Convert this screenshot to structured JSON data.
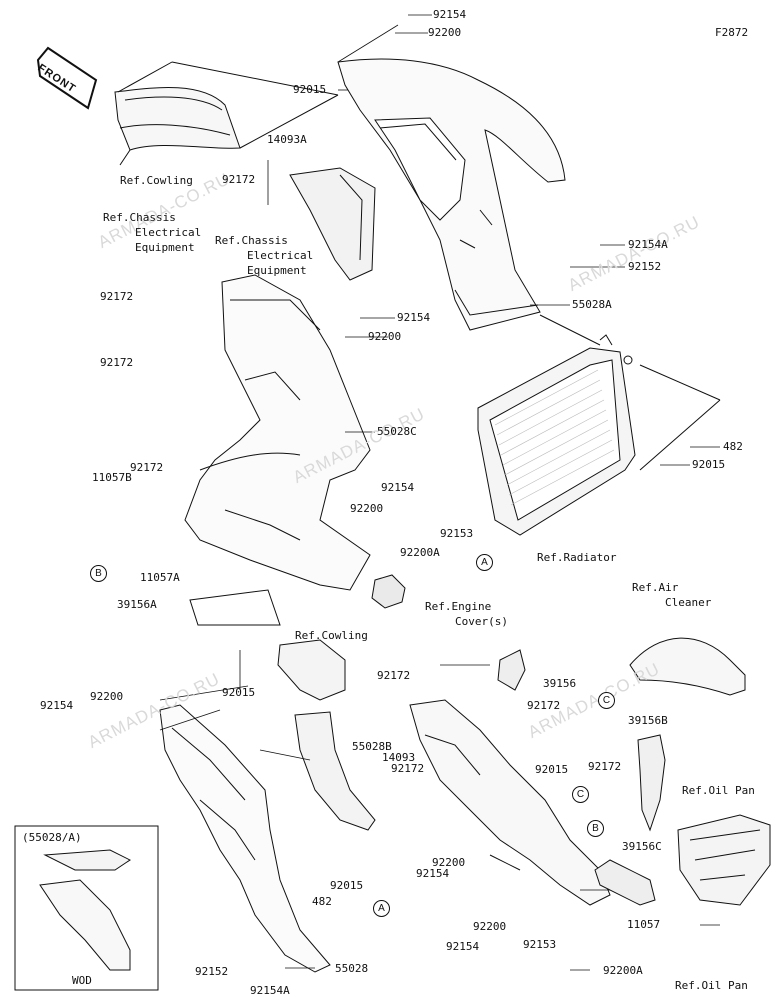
{
  "figure_id": "F2872",
  "front_label": "FRONT",
  "inset": {
    "title": "(55028/A)",
    "variant": "WOD"
  },
  "watermark": "ARMADA-CO.RU",
  "refs": {
    "cowling_top": "Ref.Cowling",
    "chassis_elec_a": [
      "Ref.Chassis",
      "Electrical",
      "Equipment"
    ],
    "chassis_elec_b": [
      "Ref.Chassis",
      "Electrical",
      "Equipment"
    ],
    "radiator": "Ref.Radiator",
    "engine_cover": [
      "Ref.Engine",
      "Cover(s)"
    ],
    "cowling_mid": "Ref.Cowling",
    "air_cleaner": [
      "Ref.Air",
      "Cleaner"
    ],
    "oil_pan_a": "Ref.Oil Pan",
    "oil_pan_b": "Ref.Oil Pan"
  },
  "callouts": {
    "A": "A",
    "B": "B",
    "C": "C"
  },
  "parts": {
    "p92154_top": "92154",
    "p92200_top": "92200",
    "p92015_top": "92015",
    "p14093A": "14093A",
    "p92172_a": "92172",
    "p92154A_r": "92154A",
    "p92152_r": "92152",
    "p92172_b": "92172",
    "p55028A": "55028A",
    "p92154_m": "92154",
    "p92200_m": "92200",
    "p92172_c": "92172",
    "p482_r": "482",
    "p55028C": "55028C",
    "p92015_r": "92015",
    "p11057B": "11057B",
    "p92172_d": "92172",
    "p92154_m2": "92154",
    "p92200_m2": "92200",
    "p92153_m": "92153",
    "p92200A_m": "92200A",
    "p11057A": "11057A",
    "p39156A": "39156A",
    "p92172_e": "92172",
    "p39156": "39156",
    "p92015_l": "92015",
    "p92154_l": "92154",
    "p92200_l": "92200",
    "p92172_f": "92172",
    "p55028B": "55028B",
    "p39156B": "39156B",
    "p14093": "14093",
    "p92172_g": "92172",
    "p92015_c": "92015",
    "p92172_h": "92172",
    "p39156C": "39156C",
    "p92200_c": "92200",
    "p92154_c": "92154",
    "p92015_b": "92015",
    "p482_b": "482",
    "p92200_c2": "92200",
    "p92154_c2": "92154",
    "p11057": "11057",
    "p92153_b": "92153",
    "p92200A_b": "92200A",
    "p92152_b": "92152",
    "p55028": "55028",
    "p92154A_b": "92154A"
  }
}
